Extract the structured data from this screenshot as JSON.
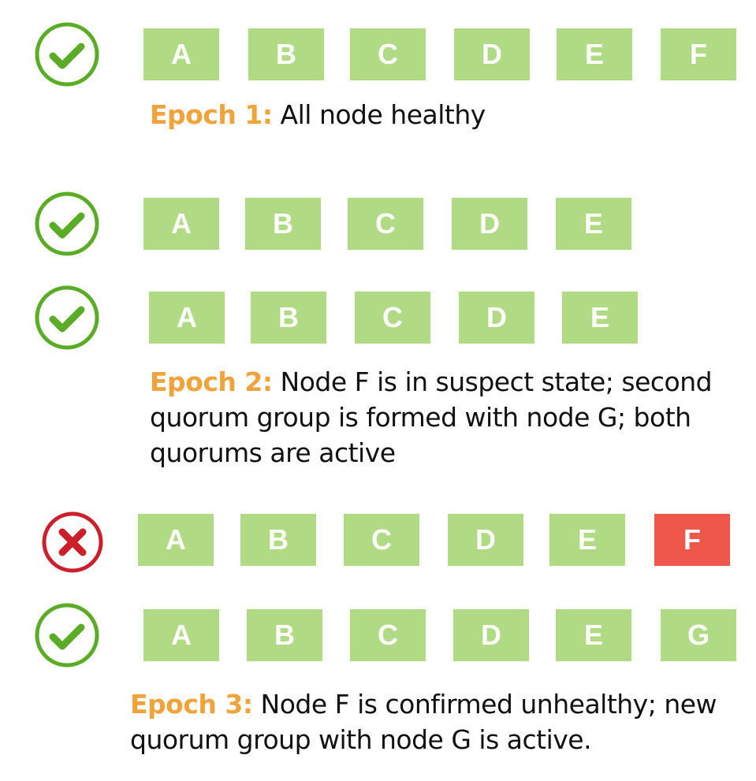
{
  "colors": {
    "healthy_node": "#b0db84",
    "unhealthy_node": "#f0574b",
    "check_ring": "#5aab25",
    "x_ring": "#cc1f2c",
    "epoch_label": "#f0a33a"
  },
  "epochs": [
    {
      "label": "Epoch 1:",
      "description": "All node healthy",
      "rows": [
        {
          "status": "check-icon",
          "nodes": [
            {
              "name": "A",
              "state": "healthy"
            },
            {
              "name": "B",
              "state": "healthy"
            },
            {
              "name": "C",
              "state": "healthy"
            },
            {
              "name": "D",
              "state": "healthy"
            },
            {
              "name": "E",
              "state": "healthy"
            },
            {
              "name": "F",
              "state": "healthy"
            }
          ]
        }
      ]
    },
    {
      "label": "Epoch 2:",
      "description_lines": [
        "Node F is in suspect state; second",
        "quorum group is formed with node G; both",
        "quorums are active"
      ],
      "rows": [
        {
          "status": "check-icon",
          "nodes": [
            {
              "name": "A",
              "state": "healthy"
            },
            {
              "name": "B",
              "state": "healthy"
            },
            {
              "name": "C",
              "state": "healthy"
            },
            {
              "name": "D",
              "state": "healthy"
            },
            {
              "name": "E",
              "state": "healthy"
            }
          ]
        },
        {
          "status": "check-icon",
          "nodes": [
            {
              "name": "A",
              "state": "healthy"
            },
            {
              "name": "B",
              "state": "healthy"
            },
            {
              "name": "C",
              "state": "healthy"
            },
            {
              "name": "D",
              "state": "healthy"
            },
            {
              "name": "E",
              "state": "healthy"
            }
          ]
        }
      ]
    },
    {
      "label": "Epoch 3:",
      "description_lines": [
        "Node F is confirmed unhealthy; new",
        "quorum group with node G is active."
      ],
      "rows": [
        {
          "status": "x-icon",
          "nodes": [
            {
              "name": "A",
              "state": "healthy"
            },
            {
              "name": "B",
              "state": "healthy"
            },
            {
              "name": "C",
              "state": "healthy"
            },
            {
              "name": "D",
              "state": "healthy"
            },
            {
              "name": "E",
              "state": "healthy"
            },
            {
              "name": "F",
              "state": "unhealthy"
            }
          ]
        },
        {
          "status": "check-icon",
          "nodes": [
            {
              "name": "A",
              "state": "healthy"
            },
            {
              "name": "B",
              "state": "healthy"
            },
            {
              "name": "C",
              "state": "healthy"
            },
            {
              "name": "D",
              "state": "healthy"
            },
            {
              "name": "E",
              "state": "healthy"
            },
            {
              "name": "G",
              "state": "healthy"
            }
          ]
        }
      ]
    }
  ]
}
